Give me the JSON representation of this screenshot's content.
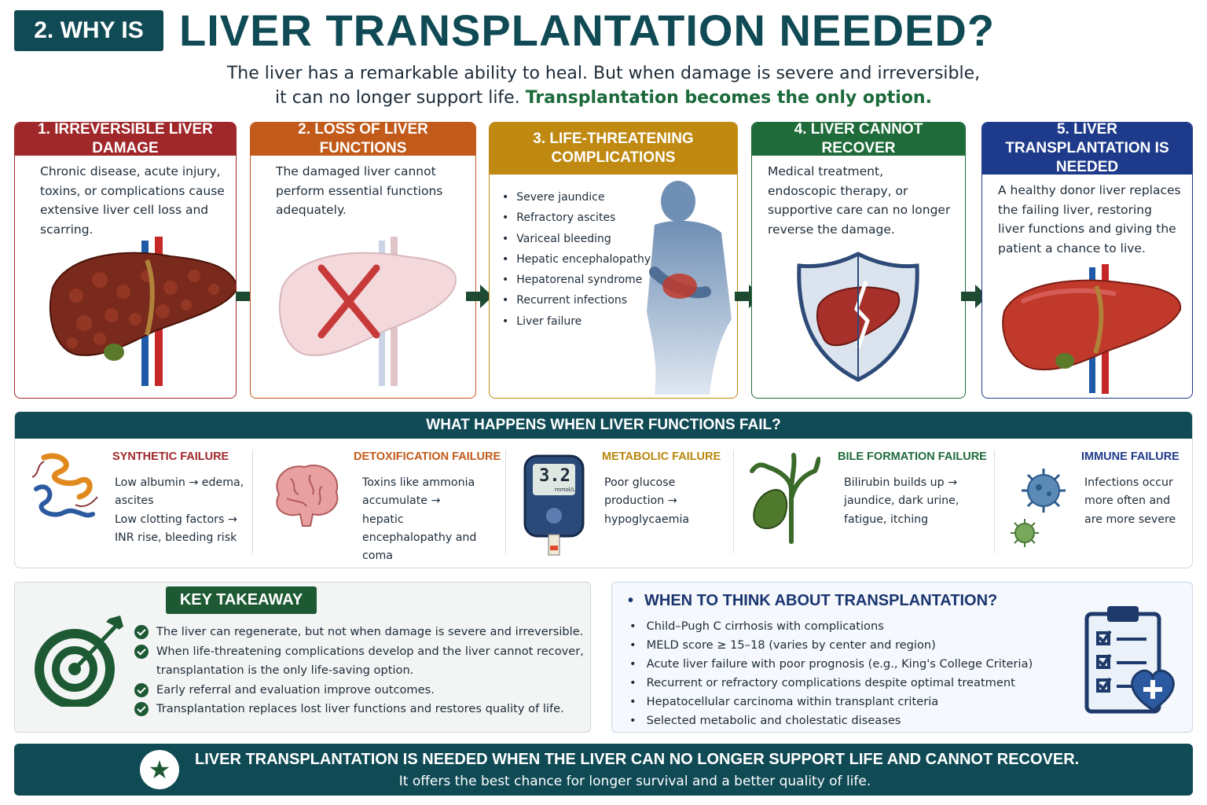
{
  "header": {
    "badge": "2. WHY IS",
    "title": "LIVER TRANSPLANTATION NEEDED?"
  },
  "intro": {
    "line1": "The liver has a remarkable ability to heal. But when damage is severe and irreversible,",
    "line2_plain": "it can no longer support life. ",
    "line2_emphasis": "Transplantation becomes the only option."
  },
  "steps": [
    {
      "title": "1. IRREVERSIBLE LIVER DAMAGE",
      "color": "#a0272a",
      "text": "Chronic disease, acute injury, toxins, or complications cause extensive liver cell loss and scarring."
    },
    {
      "title": "2. LOSS OF LIVER FUNCTIONS",
      "color": "#c25a1a",
      "text": "The damaged liver cannot perform essential functions adequately."
    },
    {
      "title": "3. LIFE-THREATENING COMPLICATIONS",
      "color": "#c08a12",
      "items": [
        "Severe jaundice",
        "Refractory ascites",
        "Variceal bleeding",
        "Hepatic encephalopathy",
        "Hepatorenal syndrome",
        "Recurrent infections",
        "Liver failure"
      ]
    },
    {
      "title": "4. LIVER CANNOT RECOVER",
      "color": "#1f6b3a",
      "text": "Medical treatment, endoscopic therapy, or supportive care can no longer reverse the damage."
    },
    {
      "title": "5. LIVER TRANSPLANTATION IS NEEDED",
      "color": "#1e3a8a",
      "text": "A healthy donor liver replaces the failing liver, restoring liver functions and giving the patient a chance to live."
    }
  ],
  "failures": {
    "heading": "WHAT HAPPENS WHEN LIVER FUNCTIONS FAIL?",
    "items": [
      {
        "title": "SYNTHETIC FAILURE",
        "color": "#a0272a",
        "lines": [
          "Low albumin → edema, ascites",
          "Low clotting factors → INR rise, bleeding risk"
        ]
      },
      {
        "title": "DETOXIFICATION FAILURE",
        "color": "#c25a1a",
        "lines": [
          "Toxins like ammonia accumulate → hepatic encephalopathy and coma"
        ]
      },
      {
        "title": "METABOLIC FAILURE",
        "color": "#b8860b",
        "lines": [
          "Poor glucose production → hypoglycaemia"
        ],
        "meter_reading": "3.2",
        "meter_unit": "mmol/L"
      },
      {
        "title": "BILE FORMATION FAILURE",
        "color": "#1f6b3a",
        "lines": [
          "Bilirubin builds up → jaundice, dark urine, fatigue, itching"
        ]
      },
      {
        "title": "IMMUNE FAILURE",
        "color": "#1e3a8a",
        "lines": [
          "Infections occur more often and are more severe"
        ]
      }
    ]
  },
  "key_takeaway": {
    "label": "KEY TAKEAWAY",
    "items": [
      "The liver can regenerate, but not when damage is severe and irreversible.",
      "When life-threatening complications develop and the liver cannot recover, transplantation is the only life-saving option.",
      "Early referral and evaluation improve outcomes.",
      "Transplantation replaces lost liver functions and restores quality of life."
    ]
  },
  "when_to_think": {
    "title": "WHEN TO THINK ABOUT TRANSPLANTATION?",
    "items": [
      "Child–Pugh C cirrhosis with complications",
      "MELD score ≥ 15–18 (varies by center and region)",
      "Acute liver failure with poor prognosis (e.g., King's College Criteria)",
      "Recurrent or refractory complications despite optimal treatment",
      "Hepatocellular carcinoma within transplant criteria",
      "Selected metabolic and cholestatic diseases"
    ]
  },
  "bottom": {
    "line1": "LIVER TRANSPLANTATION IS NEEDED WHEN THE LIVER CAN NO LONGER SUPPORT LIFE AND CANNOT RECOVER.",
    "line2": "It offers the best chance for longer survival and a better quality of life."
  }
}
